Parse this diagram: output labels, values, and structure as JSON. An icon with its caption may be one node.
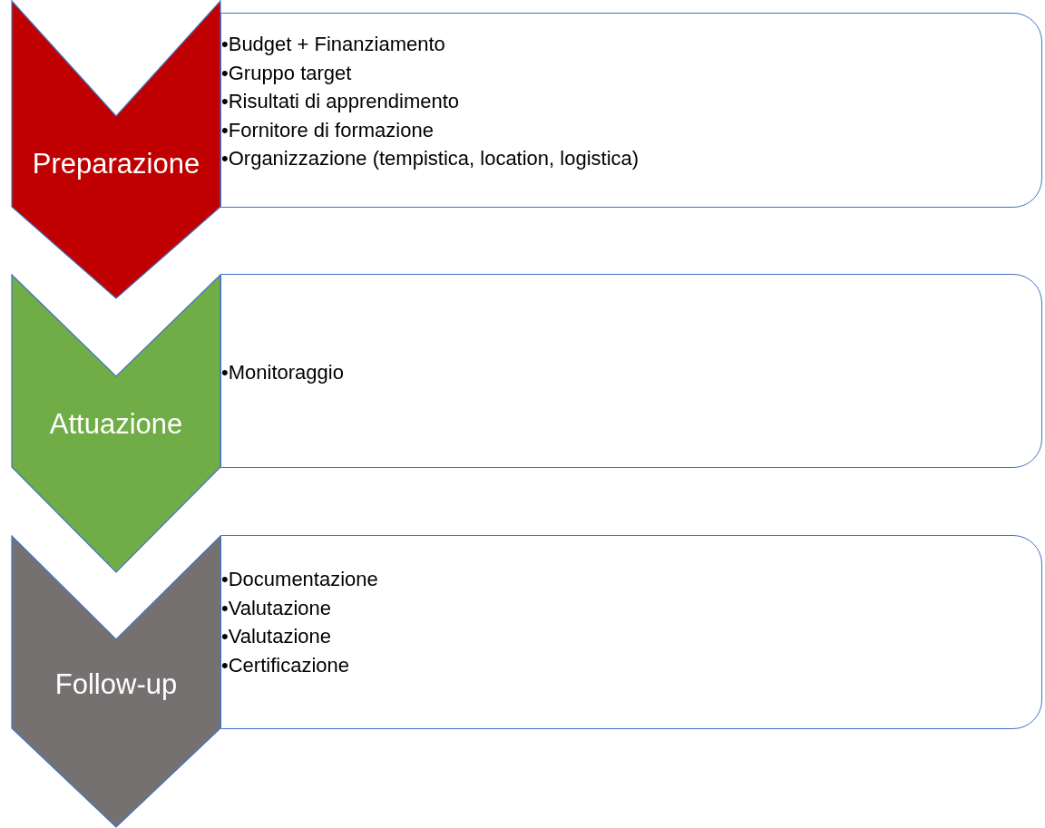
{
  "diagram": {
    "nodes": [
      {
        "text": [
          "Preparazione"
        ]
      },
      {
        "text": [
          "•Budget + Finanziamento",
          "•Gruppo target",
          "•Risultati di apprendimento",
          "•Fornitore di formazione",
          "•Organizzazione (tempistica, location, logistica)"
        ]
      },
      {
        "text": [
          "Attuazione"
        ]
      },
      {
        "text": [
          "•Monitoraggio"
        ]
      },
      {
        "text": [
          "Follow-up"
        ]
      },
      {
        "text": [
          "•Documentazione",
          "•Valutazione",
          "•Valutazione",
          "•Certificazione"
        ]
      }
    ]
  }
}
